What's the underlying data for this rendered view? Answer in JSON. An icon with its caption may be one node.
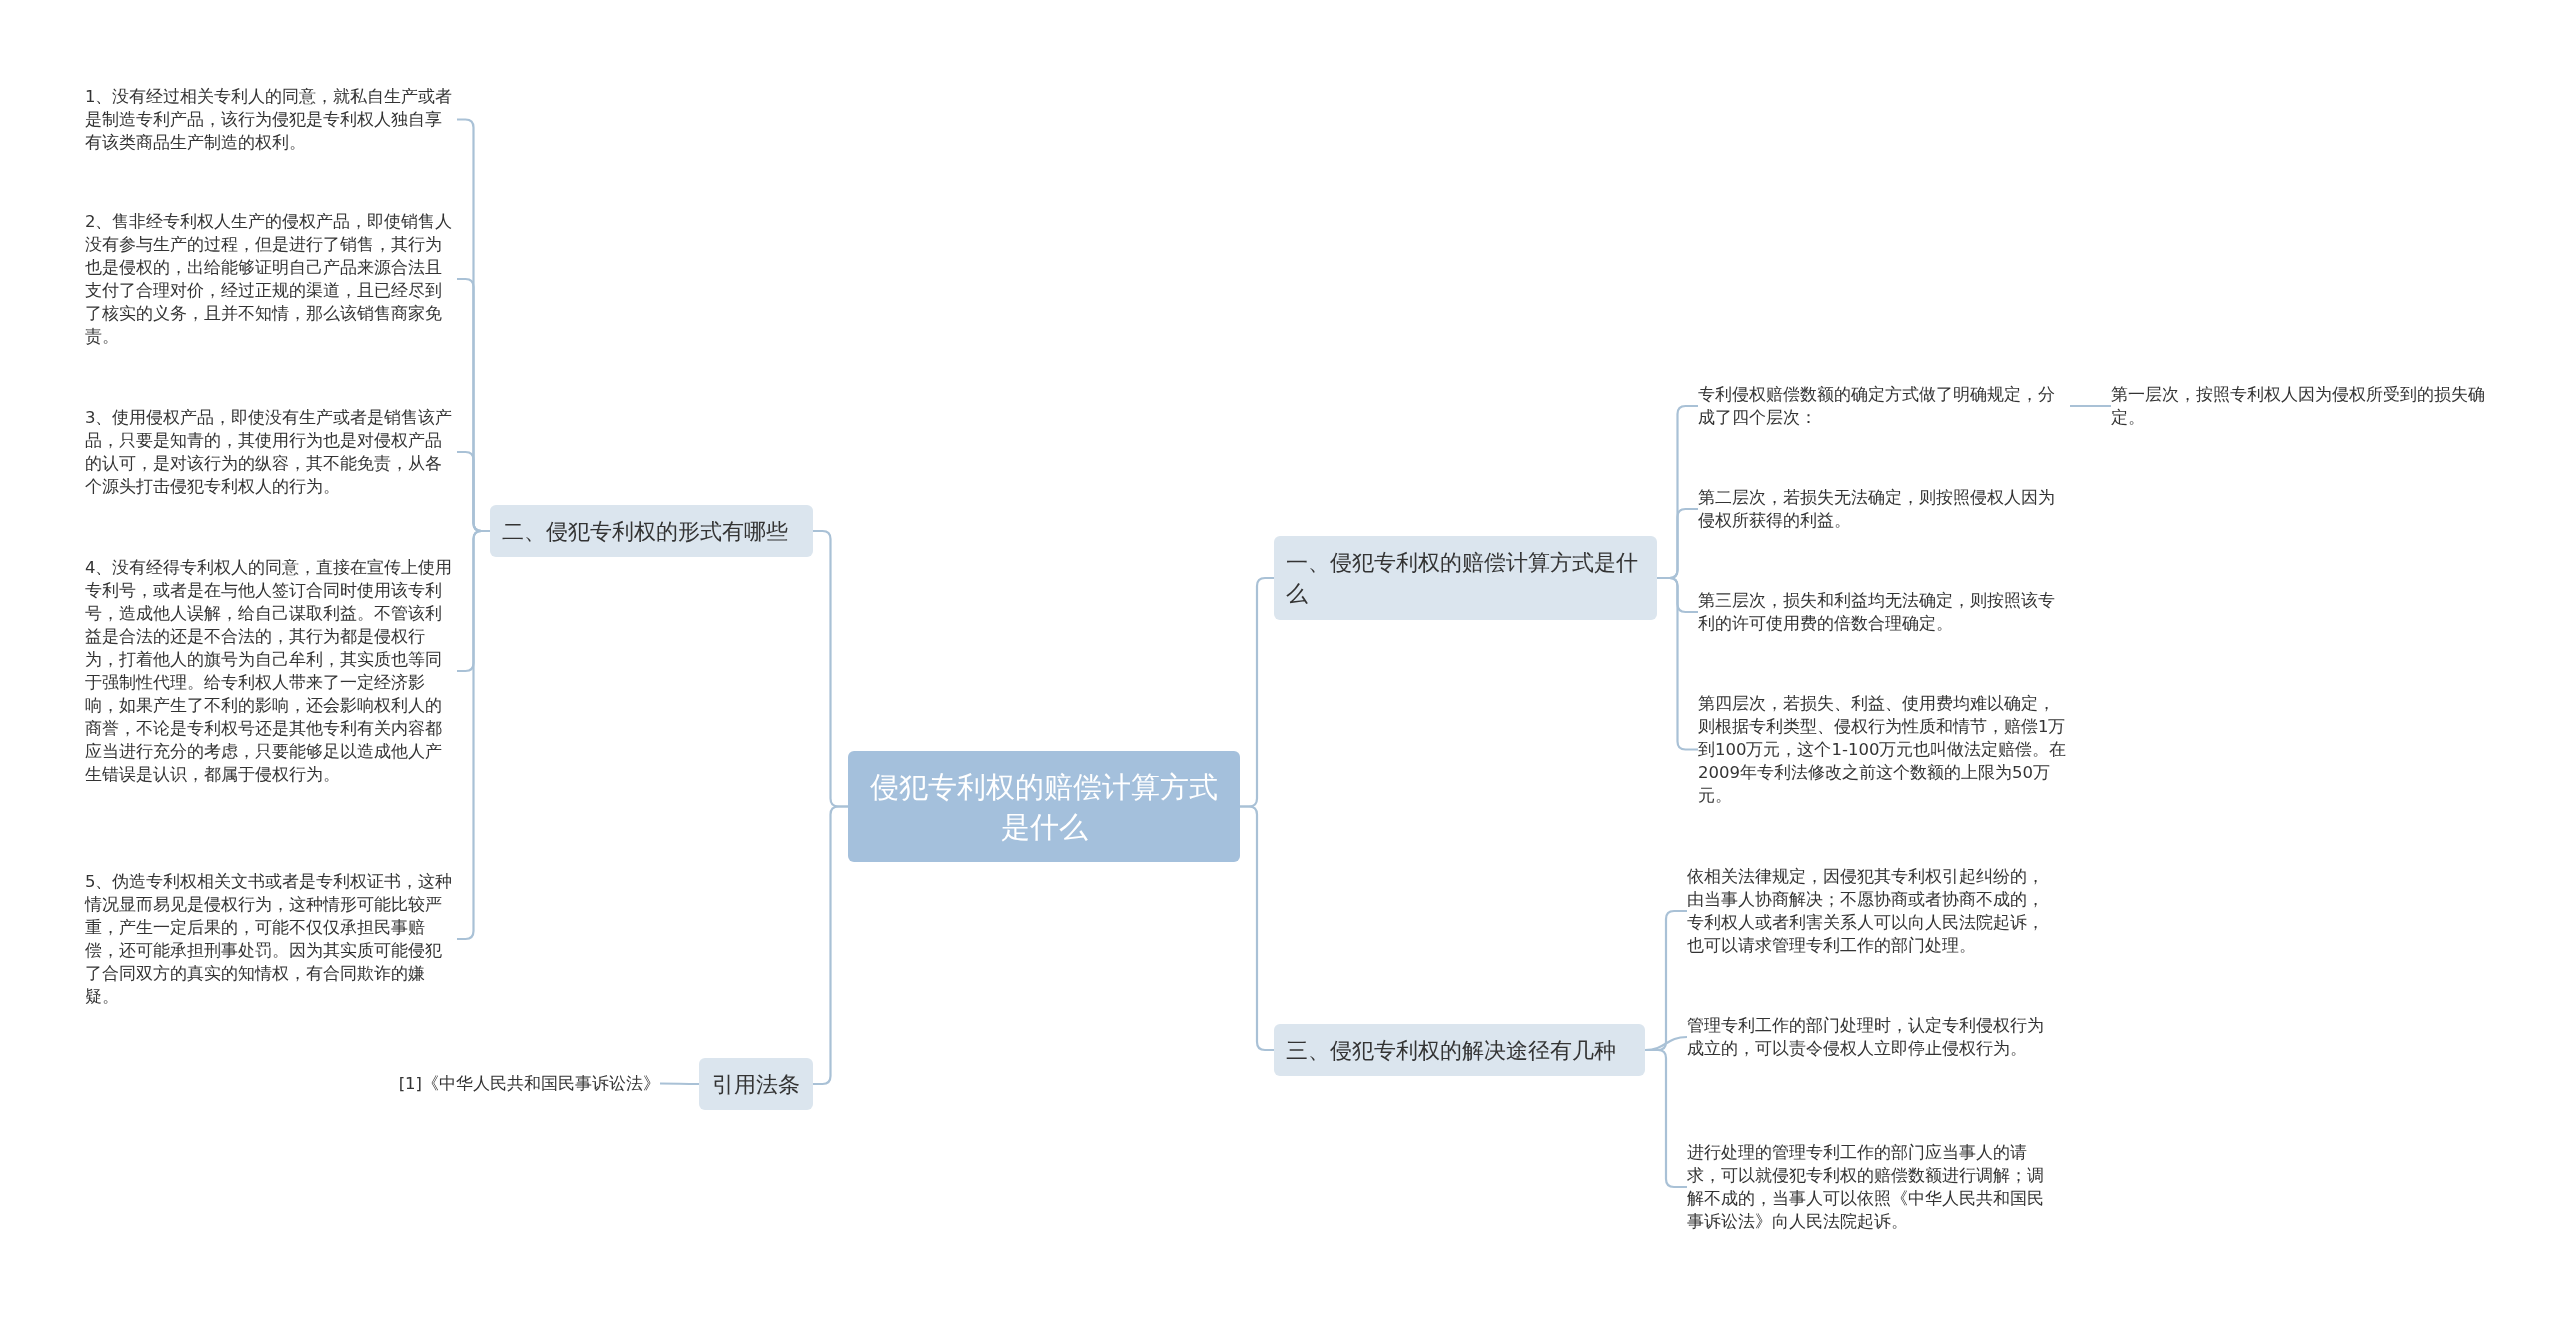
{
  "diagram": {
    "nodes": [
      {
        "text": [
          "侵犯专利权的赔偿计算方式是什么"
        ]
      },
      {
        "text": [
          "一、侵犯专利权的赔偿计算方式是什么"
        ]
      },
      {
        "text": [
          "专利侵权赔偿数额的确定方式做了明确规定，分成了四个层次："
        ]
      },
      {
        "text": [
          "第一层次，按照专利权人因为侵权所受到的损失确定。"
        ]
      },
      {
        "text": [
          "第二层次，若损失无法确定，则按照侵权人因为侵权所获得的利益。"
        ]
      },
      {
        "text": [
          "第三层次，损失和利益均无法确定，则按照该专利的许可使用费的倍数合理确定。"
        ]
      },
      {
        "text": [
          "第四层次，若损失、利益、使用费均难以确定，则根据专利类型、侵权行为性质和情节，赔偿1万到100万元，这个1-100万元也叫做法定赔偿。在2009年专利法修改之前这个数额的上限为50万元。"
        ]
      },
      {
        "text": [
          "三、侵犯专利权的解决途径有几种"
        ]
      },
      {
        "text": [
          "依相关法律规定，因侵犯其专利权引起纠纷的，由当事人协商解决；不愿协商或者协商不成的，专利权人或者利害关系人可以向人民法院起诉，也可以请求管理专利工作的部门处理。"
        ]
      },
      {
        "text": [
          "管理专利工作的部门处理时，认定专利侵权行为成立的，可以责令侵权人立即停止侵权行为。"
        ]
      },
      {
        "text": [
          "进行处理的管理专利工作的部门应当事人的请求，可以就侵犯专利权的赔偿数额进行调解；调解不成的，当事人可以依照《中华人民共和国民事诉讼法》向人民法院起诉。"
        ]
      },
      {
        "text": [
          "二、侵犯专利权的形式有哪些"
        ]
      },
      {
        "text": [
          "1、没有经过相关专利人的同意，就私自生产或者是制造专利产品，该行为侵犯是专利权人独自享有该类商品生产制造的权利。"
        ]
      },
      {
        "text": [
          "2、售非经专利权人生产的侵权产品，即使销售人没有参与生产的过程，但是进行了销售，其行为也是侵权的，出给能够证明自己产品来源合法且支付了合理对价，经过正规的渠道，且已经尽到了核实的义务，且并不知情，那么该销售商家免责。"
        ]
      },
      {
        "text": [
          "3、使用侵权产品，即使没有生产或者是销售该产品，只要是知青的，其使用行为也是对侵权产品的认可，是对该行为的纵容，其不能免责，从各个源头打击侵犯专利权人的行为。"
        ]
      },
      {
        "text": [
          "4、没有经得专利权人的同意，直接在宣传上使用专利号，或者是在与他人签订合同时使用该专利号，造成他人误解，给自己谋取利益。不管该利益是合法的还是不合法的，其行为都是侵权行为，打着他人的旗号为自己牟利，其实质也等同于强制性代理。给专利权人带来了一定经济影响，如果产生了不利的影响，还会影响权利人的商誉，不论是专利权号还是其他专利有关内容都应当进行充分的考虑，只要能够足以造成他人产生错误是认识，都属于侵权行为。"
        ]
      },
      {
        "text": [
          "5、伪造专利权相关文书或者是专利权证书，这种情况显而易见是侵权行为，这种情形可能比较严重，产生一定后果的，可能不仅仅承担民事赔偿，还可能承担刑事处罚。因为其实质可能侵犯了合同双方的真实的知情权，有合同欺诈的嫌疑。"
        ]
      },
      {
        "text": [
          "引用法条"
        ]
      },
      {
        "text": [
          "[1]《中华人民共和国民事诉讼法》"
        ]
      }
    ],
    "edges": [
      {
        "from": 0,
        "to": 1,
        "arrow": "none"
      },
      {
        "from": 1,
        "to": 2,
        "arrow": "none"
      },
      {
        "from": 2,
        "to": 3,
        "arrow": "none"
      },
      {
        "from": 1,
        "to": 4,
        "arrow": "none"
      },
      {
        "from": 1,
        "to": 5,
        "arrow": "none"
      },
      {
        "from": 1,
        "to": 6,
        "arrow": "none"
      },
      {
        "from": 0,
        "to": 7,
        "arrow": "none"
      },
      {
        "from": 7,
        "to": 8,
        "arrow": "none"
      },
      {
        "from": 7,
        "to": 9,
        "arrow": "none"
      },
      {
        "from": 7,
        "to": 10,
        "arrow": "none"
      },
      {
        "from": 0,
        "to": 11,
        "arrow": "none"
      },
      {
        "from": 11,
        "to": 12,
        "arrow": "none"
      },
      {
        "from": 11,
        "to": 13,
        "arrow": "none"
      },
      {
        "from": 11,
        "to": 14,
        "arrow": "none"
      },
      {
        "from": 11,
        "to": 15,
        "arrow": "none"
      },
      {
        "from": 11,
        "to": 16,
        "arrow": "none"
      },
      {
        "from": 0,
        "to": 17,
        "arrow": "none"
      },
      {
        "from": 17,
        "to": 18,
        "arrow": "none"
      }
    ]
  }
}
